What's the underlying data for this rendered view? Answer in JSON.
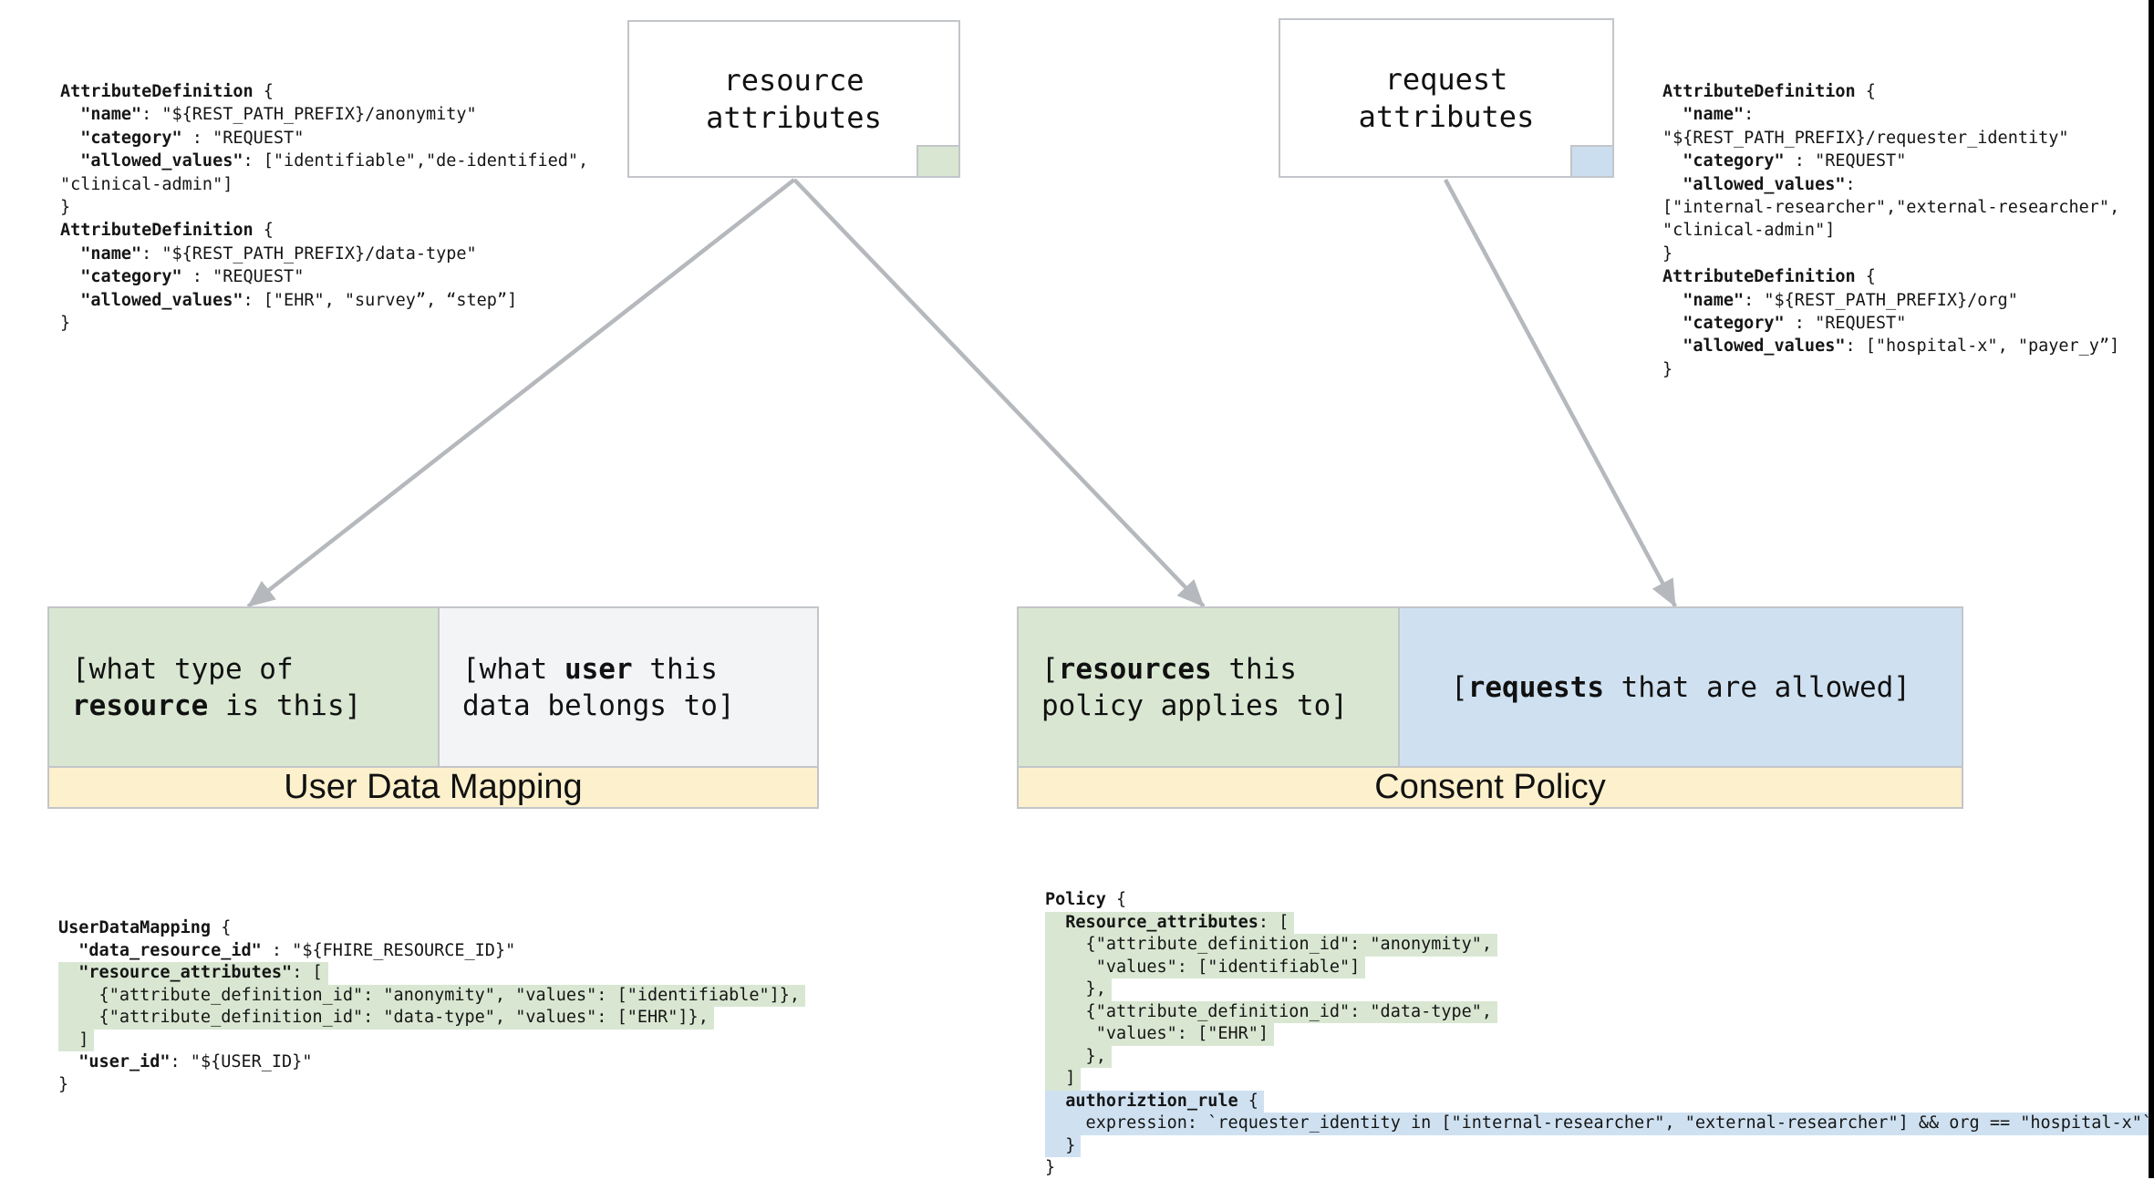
{
  "colors": {
    "green": "#d9e7d2",
    "blue": "#cfe1f1",
    "chip_blue": "#cbdeef",
    "yellow": "#fdf0cc",
    "gray_cell": "#f3f4f6",
    "border": "#c2c5c9",
    "arrow": "#b5b8bc",
    "edge_line": "#000000"
  },
  "boxes": {
    "resource": {
      "lines": [
        {
          "parts": [
            [
              "r",
              "resource"
            ]
          ]
        },
        {
          "parts": [
            [
              "r",
              "attributes"
            ]
          ]
        }
      ]
    },
    "request": {
      "lines": [
        {
          "parts": [
            [
              "r",
              "request"
            ]
          ]
        },
        {
          "parts": [
            [
              "r",
              "attributes"
            ]
          ]
        }
      ]
    }
  },
  "code_blocks": {
    "attr_def_left": {
      "lines": [
        {
          "parts": [
            [
              "b",
              "AttributeDefinition"
            ],
            [
              "r",
              " {"
            ]
          ]
        },
        {
          "parts": [
            [
              "r",
              "  "
            ],
            [
              "b",
              "\"name\""
            ],
            [
              "r",
              ": \"${REST_PATH_PREFIX}/anonymity\""
            ]
          ]
        },
        {
          "parts": [
            [
              "r",
              "  "
            ],
            [
              "b",
              "\"category\""
            ],
            [
              "r",
              " : \"REQUEST\""
            ]
          ]
        },
        {
          "parts": [
            [
              "r",
              "  "
            ],
            [
              "b",
              "\"allowed_values\""
            ],
            [
              "r",
              ": [\"identifiable\",\"de-identified\","
            ]
          ]
        },
        {
          "parts": [
            [
              "r",
              "\"clinical-admin\"]"
            ]
          ]
        },
        {
          "parts": [
            [
              "r",
              "}"
            ]
          ]
        },
        {
          "parts": [
            [
              "b",
              "AttributeDefinition"
            ],
            [
              "r",
              " {"
            ]
          ]
        },
        {
          "parts": [
            [
              "r",
              "  "
            ],
            [
              "b",
              "\"name\""
            ],
            [
              "r",
              ": \"${REST_PATH_PREFIX}/data-type\""
            ]
          ]
        },
        {
          "parts": [
            [
              "r",
              "  "
            ],
            [
              "b",
              "\"category\""
            ],
            [
              "r",
              " : \"REQUEST\""
            ]
          ]
        },
        {
          "parts": [
            [
              "r",
              "  "
            ],
            [
              "b",
              "\"allowed_values\""
            ],
            [
              "r",
              ": [\"EHR\", \"survey”, “step”]"
            ]
          ]
        },
        {
          "parts": [
            [
              "r",
              "}"
            ]
          ]
        }
      ]
    },
    "attr_def_right": {
      "lines": [
        {
          "parts": [
            [
              "b",
              "AttributeDefinition"
            ],
            [
              "r",
              " {"
            ]
          ]
        },
        {
          "parts": [
            [
              "r",
              "  "
            ],
            [
              "b",
              "\"name\""
            ],
            [
              "r",
              ":"
            ]
          ]
        },
        {
          "parts": [
            [
              "r",
              "\"${REST_PATH_PREFIX}/requester_identity\""
            ]
          ]
        },
        {
          "parts": [
            [
              "r",
              "  "
            ],
            [
              "b",
              "\"category\""
            ],
            [
              "r",
              " : \"REQUEST\""
            ]
          ]
        },
        {
          "parts": [
            [
              "r",
              "  "
            ],
            [
              "b",
              "\"allowed_values\""
            ],
            [
              "r",
              ":"
            ]
          ]
        },
        {
          "parts": [
            [
              "r",
              "[\"internal-researcher\",\"external-researcher\","
            ]
          ]
        },
        {
          "parts": [
            [
              "r",
              "\"clinical-admin\"]"
            ]
          ]
        },
        {
          "parts": [
            [
              "r",
              "}"
            ]
          ]
        },
        {
          "parts": [
            [
              "b",
              "AttributeDefinition"
            ],
            [
              "r",
              " {"
            ]
          ]
        },
        {
          "parts": [
            [
              "r",
              "  "
            ],
            [
              "b",
              "\"name\""
            ],
            [
              "r",
              ": \"${REST_PATH_PREFIX}/org\""
            ]
          ]
        },
        {
          "parts": [
            [
              "r",
              "  "
            ],
            [
              "b",
              "\"category\""
            ],
            [
              "r",
              " : \"REQUEST\""
            ]
          ]
        },
        {
          "parts": [
            [
              "r",
              "  "
            ],
            [
              "b",
              "\"allowed_values\""
            ],
            [
              "r",
              ": [\"hospital-x\", \"payer_y”]"
            ]
          ]
        },
        {
          "parts": [
            [
              "r",
              "}"
            ]
          ]
        }
      ]
    },
    "user_data_mapping": {
      "lines": [
        {
          "parts": [
            [
              "b",
              "UserDataMapping"
            ],
            [
              "r",
              " {"
            ]
          ]
        },
        {
          "parts": [
            [
              "r",
              "  "
            ],
            [
              "b",
              "\"data_resource_id\""
            ],
            [
              "r",
              " : \"${FHIRE_RESOURCE_ID}\""
            ]
          ]
        },
        {
          "hl": "green",
          "parts": [
            [
              "r",
              "  "
            ],
            [
              "b",
              "\"resource_attributes\""
            ],
            [
              "r",
              ": ["
            ]
          ]
        },
        {
          "hl": "green",
          "parts": [
            [
              "r",
              "    {\"attribute_definition_id\": \"anonymity\", \"values\": [\"identifiable\"]},"
            ]
          ]
        },
        {
          "hl": "green",
          "parts": [
            [
              "r",
              "    {\"attribute_definition_id\": \"data-type\", \"values\": [\"EHR\"]},"
            ]
          ]
        },
        {
          "hl": "green",
          "parts": [
            [
              "r",
              "  ]"
            ]
          ]
        },
        {
          "parts": [
            [
              "r",
              "  "
            ],
            [
              "b",
              "\"user_id\""
            ],
            [
              "r",
              ": \"${USER_ID}\""
            ]
          ]
        },
        {
          "parts": [
            [
              "r",
              "}"
            ]
          ]
        }
      ]
    },
    "policy": {
      "lines": [
        {
          "parts": [
            [
              "b",
              "Policy"
            ],
            [
              "r",
              " {"
            ]
          ]
        },
        {
          "hl": "green",
          "parts": [
            [
              "r",
              "  "
            ],
            [
              "b",
              "Resource_attributes"
            ],
            [
              "r",
              ": ["
            ]
          ]
        },
        {
          "hl": "green",
          "parts": [
            [
              "r",
              "    {\"attribute_definition_id\": \"anonymity\","
            ]
          ]
        },
        {
          "hl": "green",
          "parts": [
            [
              "r",
              "     \"values\": [\"identifiable\"]"
            ]
          ]
        },
        {
          "hl": "green",
          "parts": [
            [
              "r",
              "    },"
            ]
          ]
        },
        {
          "hl": "green",
          "parts": [
            [
              "r",
              "    {\"attribute_definition_id\": \"data-type\","
            ]
          ]
        },
        {
          "hl": "green",
          "parts": [
            [
              "r",
              "     \"values\": [\"EHR\"]"
            ]
          ]
        },
        {
          "hl": "green",
          "parts": [
            [
              "r",
              "    },"
            ]
          ]
        },
        {
          "hl": "green",
          "parts": [
            [
              "r",
              "  ]"
            ]
          ]
        },
        {
          "hl": "blue",
          "parts": [
            [
              "r",
              "  "
            ],
            [
              "b",
              "authoriztion_rule"
            ],
            [
              "r",
              " {"
            ]
          ]
        },
        {
          "hl": "blue",
          "parts": [
            [
              "r",
              "    expression: `requester_identity in [\"internal-researcher\", \"external-researcher\"] && org == \"hospital-x\"`"
            ]
          ]
        },
        {
          "hl": "blue",
          "parts": [
            [
              "r",
              "  }"
            ]
          ]
        },
        {
          "parts": [
            [
              "r",
              "}"
            ]
          ]
        }
      ]
    }
  },
  "cells": {
    "udm_left": {
      "lines": [
        {
          "parts": [
            [
              "r",
              "[what type of"
            ]
          ]
        },
        {
          "parts": [
            [
              "b",
              "resource"
            ],
            [
              "r",
              " is this]"
            ]
          ]
        }
      ]
    },
    "udm_right": {
      "lines": [
        {
          "parts": [
            [
              "r",
              "[what "
            ],
            [
              "b",
              "user"
            ],
            [
              "r",
              " this"
            ]
          ]
        },
        {
          "parts": [
            [
              "r",
              "data belongs to]"
            ]
          ]
        }
      ]
    },
    "cp_left": {
      "lines": [
        {
          "parts": [
            [
              "r",
              "["
            ],
            [
              "b",
              "resources"
            ],
            [
              "r",
              " this"
            ]
          ]
        },
        {
          "parts": [
            [
              "r",
              "policy applies to]"
            ]
          ]
        }
      ]
    },
    "cp_right": {
      "lines": [
        {
          "parts": [
            [
              "r",
              "["
            ],
            [
              "b",
              "requests"
            ],
            [
              "r",
              " that are allowed]"
            ]
          ]
        }
      ]
    }
  },
  "labels": {
    "udm_title": "User Data Mapping",
    "cp_title": "Consent Policy"
  }
}
